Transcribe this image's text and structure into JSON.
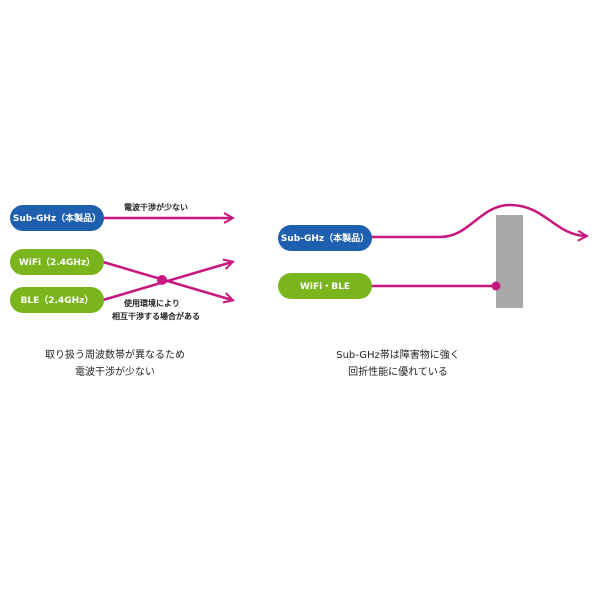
{
  "colors": {
    "blue": "#1f5fb0",
    "green": "#7ab51d",
    "magenta": "#c8177f",
    "obstacle": "#a9a9a9",
    "text": "#222222"
  },
  "left": {
    "subghz_label": "Sub-GHz（本製品）",
    "wifi_label": "WiFi（2.4GHz）",
    "ble_label": "BLE（2.4GHz）",
    "note_top": "電波干渉が少ない",
    "note_bottom_1": "使用環境により",
    "note_bottom_2": "相互干渉する場合がある",
    "caption_1": "取り扱う周波数帯が異なるため",
    "caption_2": "電波干渉が少ない"
  },
  "right": {
    "subghz_label": "Sub-GHz（本製品）",
    "wifi_ble_label": "WiFi・BLE",
    "caption_1": "Sub-GHz帯は障害物に強く",
    "caption_2": "回折性能に優れている"
  }
}
